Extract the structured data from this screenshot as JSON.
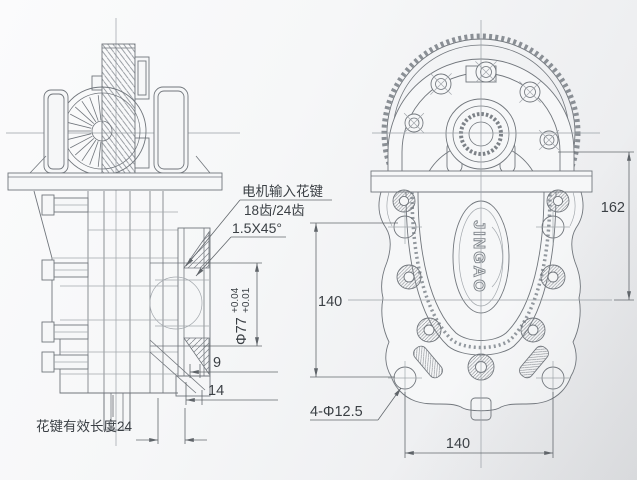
{
  "meta": {
    "type": "engineering-drawing",
    "brand_badge": "JINGAO"
  },
  "annotations": {
    "motor_spline_line1": "电机输入花键",
    "motor_spline_line2": "18齿/24齿",
    "chamfer": "1.5X45°",
    "bore_diameter": "Φ77",
    "bore_tol_upper": "+0.04",
    "bore_tol_lower": "+0.01",
    "dim_step_9": "9",
    "dim_step_14": "14",
    "spline_effective_length": "花键有效长度24",
    "dim_height_162": "162",
    "dim_140_vertical": "140",
    "dim_140_horizontal": "140",
    "mount_holes": "4-Φ12.5"
  }
}
